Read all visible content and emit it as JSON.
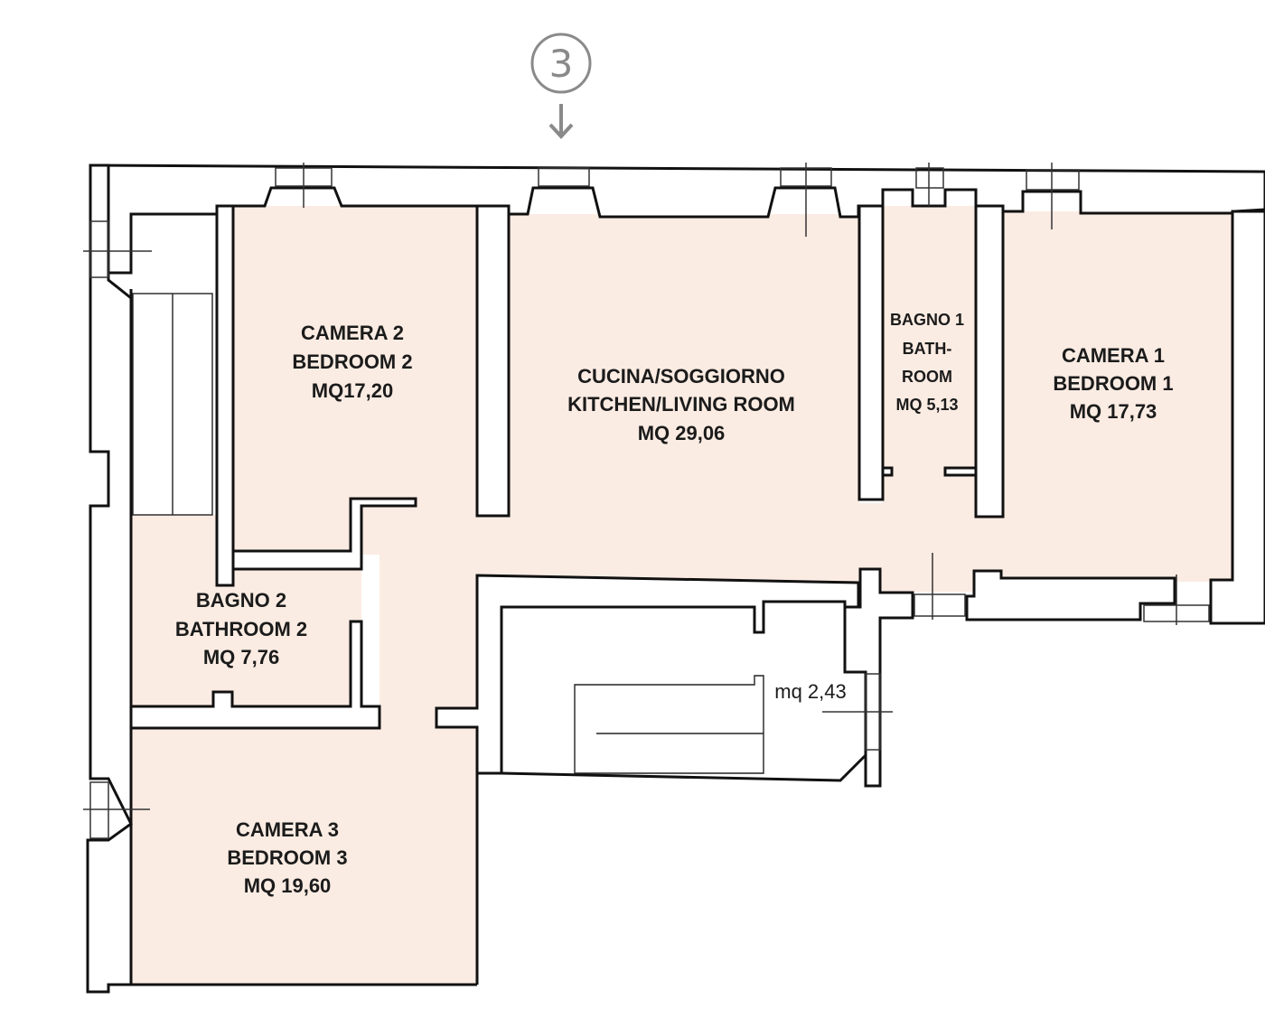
{
  "marker": {
    "number": "3"
  },
  "rooms": {
    "camera2": {
      "line1": "CAMERA 2",
      "line2": "BEDROOM 2",
      "line3": "MQ17,20"
    },
    "cucina": {
      "line1": "CUCINA/SOGGIORNO",
      "line2": "KITCHEN/LIVING ROOM",
      "line3": "MQ 29,06"
    },
    "bagno1": {
      "line1": "BAGNO 1",
      "line2": "BATH-",
      "line3": "ROOM",
      "line4": "MQ 5,13"
    },
    "camera1": {
      "line1": "CAMERA 1",
      "line2": "BEDROOM 1",
      "line3": "MQ 17,73"
    },
    "bagno2": {
      "line1": "BAGNO 2",
      "line2": "BATHROOM 2",
      "line3": "MQ 7,76"
    },
    "camera3": {
      "line1": "CAMERA 3",
      "line2": "BEDROOM 3",
      "line3": "MQ 19,60"
    },
    "landing": {
      "area": "mq 2,43"
    }
  },
  "colors": {
    "room_fill": "#fbece3",
    "wall": "#111111",
    "marker": "#8a8a8a"
  }
}
